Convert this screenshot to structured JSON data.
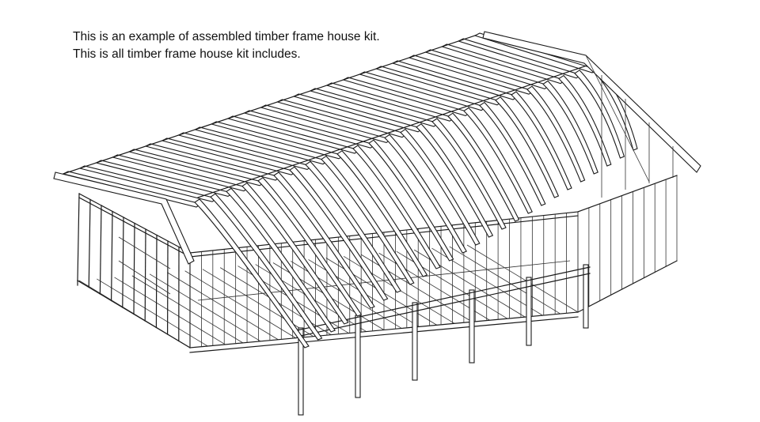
{
  "caption": {
    "line1": "This is an example of assembled timber frame house kit.",
    "line2": "This is all timber frame house kit includes."
  },
  "drawing": {
    "subject": "timber-frame-house-kit",
    "line_color": "#1a1a1a",
    "background": "#ffffff",
    "rafter_pairs": 26,
    "porch_posts": 6
  }
}
